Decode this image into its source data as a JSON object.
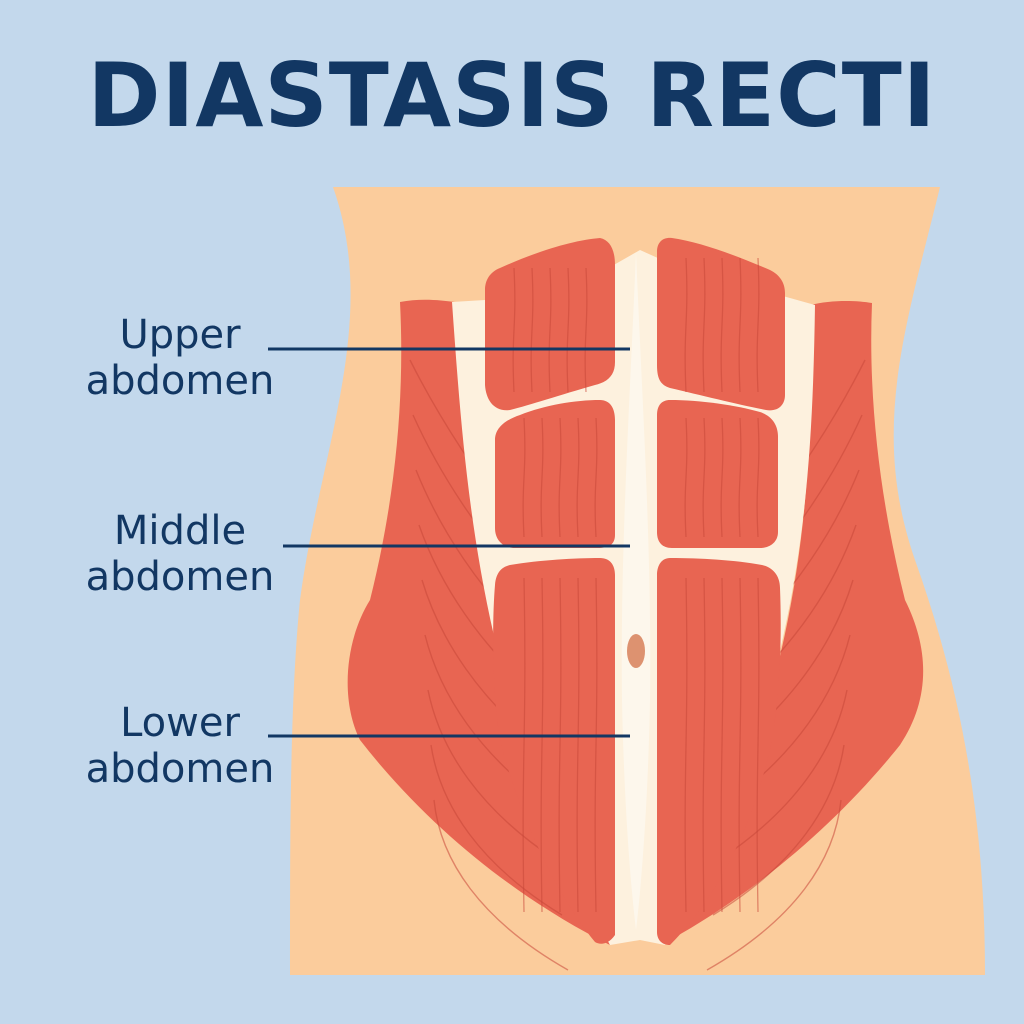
{
  "title": "DIASTASIS RECTI",
  "colors": {
    "background": "#c3d8ec",
    "skin": "#fbcc9c",
    "muscle": "#e86552",
    "muscle_dark": "#d55442",
    "tendon": "#fdf1de",
    "text": "#123763",
    "navel": "#dd9270"
  },
  "labels": [
    {
      "line1": "Upper",
      "line2": "abdomen"
    },
    {
      "line1": "Middle",
      "line2": "abdomen"
    },
    {
      "line1": "Lower",
      "line2": "abdomen"
    }
  ]
}
